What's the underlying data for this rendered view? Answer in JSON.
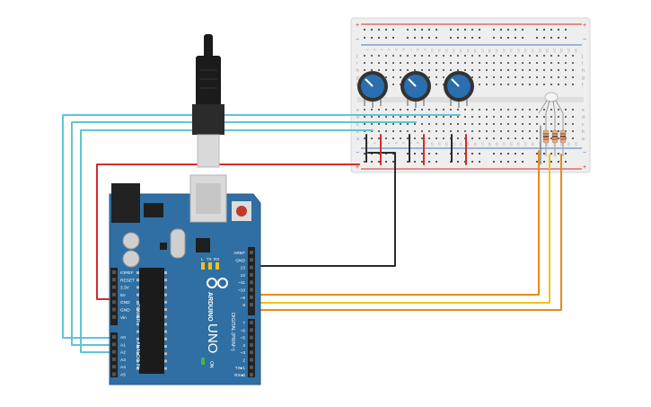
{
  "colors": {
    "board": "#2f6fa3",
    "board_edge": "#245a86",
    "breadboard": "#efefef",
    "wire_cyan": "#62c3d6",
    "wire_red": "#d62b2b",
    "wire_black": "#2b2b2b",
    "wire_orange": "#e88a1a",
    "wire_yellow": "#f0c21a",
    "knob": "#2b6fb0",
    "rail_red": "#d62b2b",
    "rail_blue": "#4a78c4"
  },
  "board": {
    "model": "UNO",
    "brand": "ARDUINO",
    "digital_label": "DIGITAL (PWM~)",
    "power_label": "POWER",
    "analog_label": "ANALOG IN",
    "on_label": "ON",
    "led_labels": [
      "L",
      "TX",
      "RX"
    ],
    "power_pins": [
      "IOREF",
      "RESET",
      "3.3V",
      "5V",
      "GND",
      "GND",
      "Vin"
    ],
    "analog_pins": [
      "A0",
      "A1",
      "A2",
      "A3",
      "A4",
      "A5"
    ],
    "digital_top_pins": [
      "AREF",
      "GND",
      "13",
      "12",
      "~11",
      "~10",
      "~9",
      "8"
    ],
    "digital_bottom_pins": [
      "7",
      "~6",
      "~5",
      "4",
      "~3",
      "2",
      "TX▸1",
      "RX◂0"
    ]
  },
  "breadboard": {
    "rail_plus": "+",
    "rail_minus": "−",
    "row_letters_top": [
      "j",
      "i",
      "h",
      "g",
      "f"
    ],
    "row_letters_bottom": [
      "e",
      "d",
      "c",
      "b",
      "a"
    ],
    "column_numbers": [
      "1",
      "2",
      "3",
      "4",
      "5",
      "6",
      "7",
      "8",
      "9",
      "10",
      "11",
      "12",
      "13",
      "14",
      "15",
      "16",
      "17",
      "18",
      "19",
      "20",
      "21",
      "22",
      "23",
      "24",
      "25",
      "26",
      "27",
      "28",
      "29",
      "30"
    ]
  },
  "components": {
    "potentiometers": [
      "potentiometer-1",
      "potentiometer-2",
      "potentiometer-3"
    ],
    "rgb_led": "rgb-led",
    "resistors": [
      "resistor-1",
      "resistor-2",
      "resistor-3"
    ]
  }
}
